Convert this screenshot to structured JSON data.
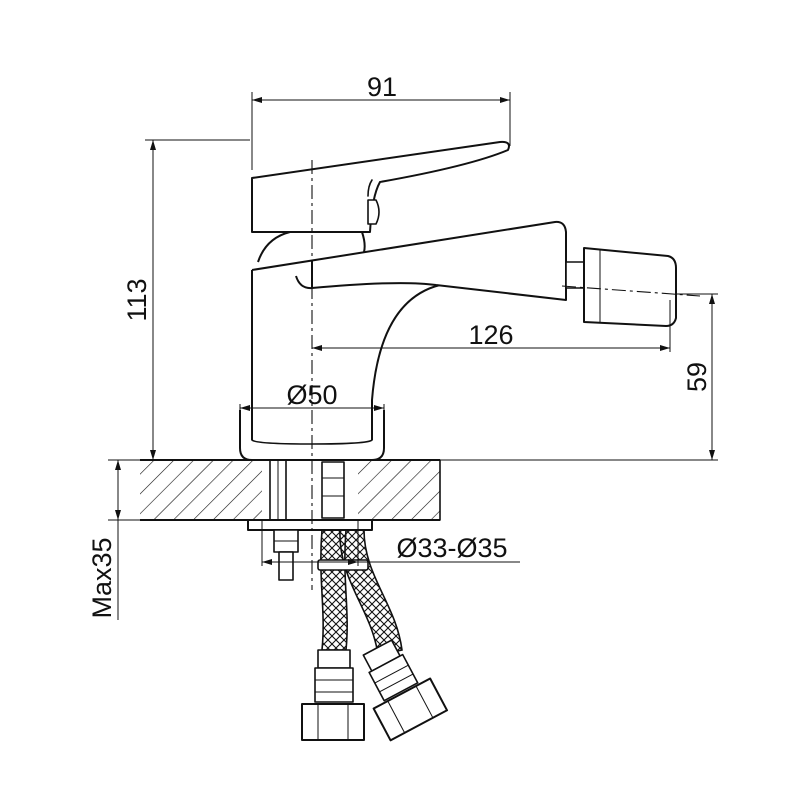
{
  "dimensions": {
    "width_top": "91",
    "height_total": "113",
    "spout_reach": "126",
    "spout_height": "59",
    "base_diameter": "Ø50",
    "hole_diameter": "Ø33-Ø35",
    "max_thickness": "Max35"
  },
  "colors": {
    "stroke": "#111111",
    "background": "#ffffff"
  }
}
